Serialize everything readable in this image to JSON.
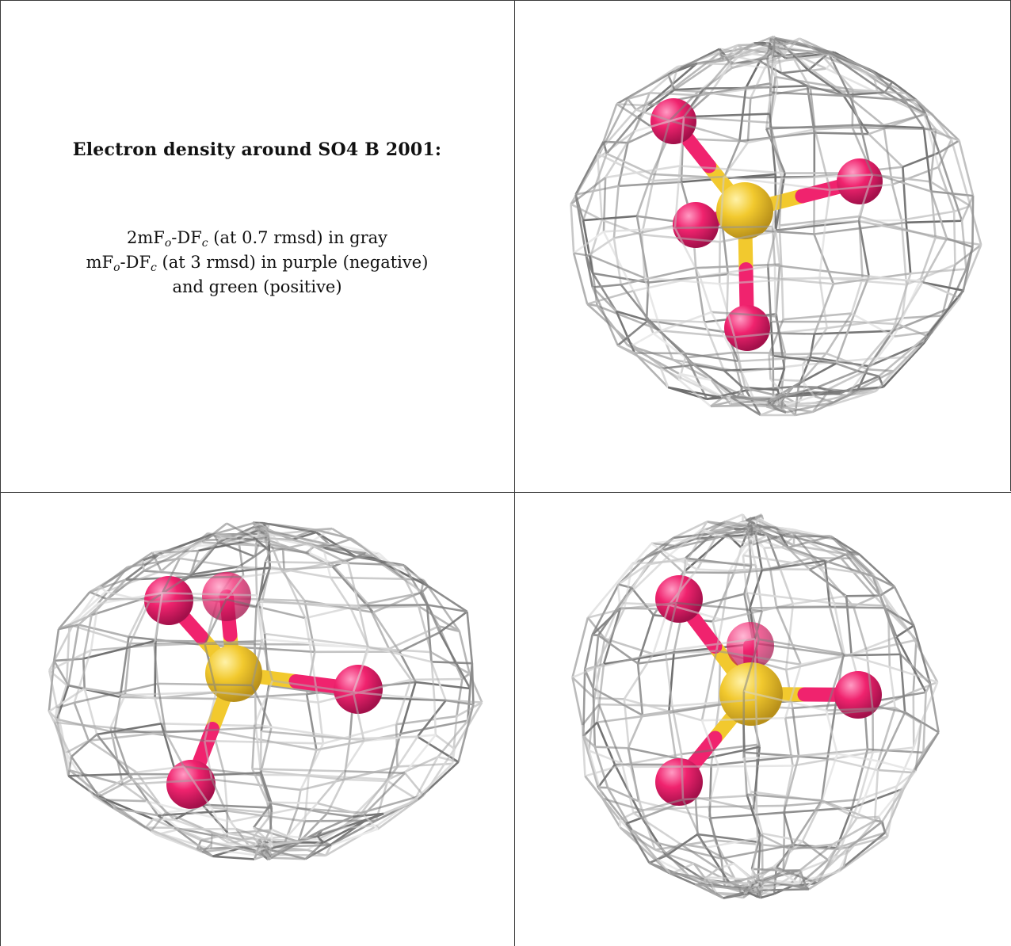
{
  "caption": {
    "title": "Electron density around SO4 B 2001:",
    "line1": {
      "pre": "2mF",
      "s1": "o",
      "mid": "-DF",
      "s2": "c",
      "post": " (at 0.7 rmsd) in gray"
    },
    "line2": {
      "pre": "mF",
      "s1": "o",
      "mid": "-DF",
      "s2": "c",
      "post": " (at 3 rmsd) in purple (negative)"
    },
    "line3": "and green (positive)"
  },
  "colors": {
    "mesh": "#a9a9a9",
    "oxygen": "#f0236e",
    "sulfur": "#f2c92e",
    "border": "#3a3a3a"
  },
  "panels": [
    {
      "view": "view-1",
      "sulfur_atom": "S",
      "oxygen_atoms": [
        "O1",
        "O2",
        "O3",
        "O4"
      ]
    },
    {
      "view": "view-2",
      "sulfur_atom": "S",
      "oxygen_atoms": [
        "O1",
        "O2",
        "O3",
        "O4"
      ]
    },
    {
      "view": "view-3",
      "sulfur_atom": "S",
      "oxygen_atoms": [
        "O1",
        "O2",
        "O3",
        "O4"
      ]
    }
  ]
}
